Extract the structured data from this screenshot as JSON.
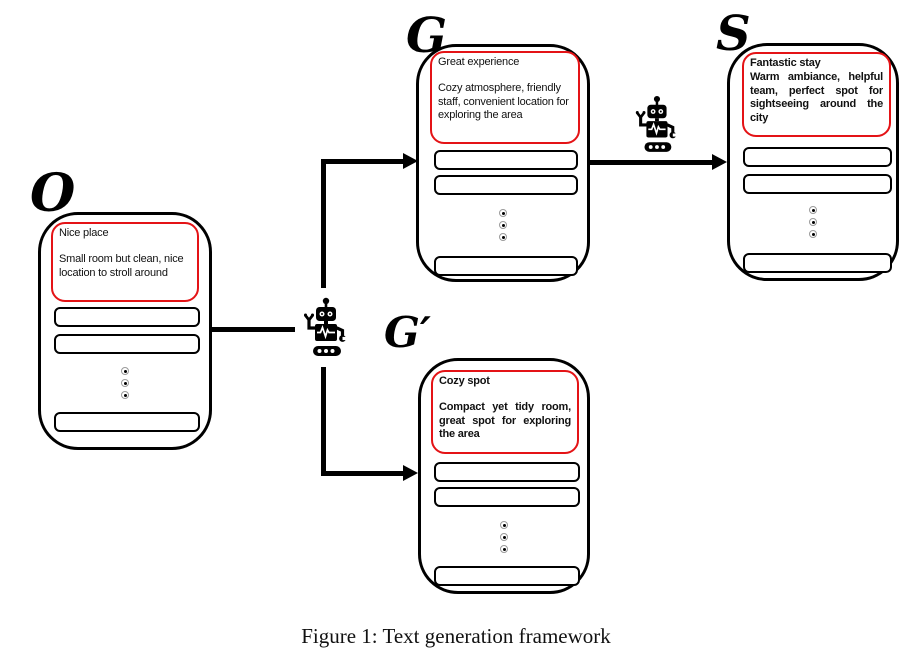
{
  "figure": {
    "caption": "Figure 1: Text generation framework"
  },
  "colors": {
    "accent_red": "#e41316",
    "ink": "#000000"
  },
  "icons": {
    "robot": "robot-icon",
    "ellipsis": "vertical-ellipsis-icon",
    "arrow": "arrow-right-icon"
  },
  "nodes": {
    "o": {
      "label": "O",
      "title": "Nice place",
      "body": "Small room but clean, nice location to stroll around"
    },
    "g": {
      "label": "G",
      "title": "Great experience",
      "body": "Cozy atmosphere, friendly staff, convenient location for exploring the area"
    },
    "gprime": {
      "label": "G",
      "prime": "′",
      "title": "Cozy spot",
      "body": "Compact yet tidy room, great spot for exploring the area"
    },
    "s": {
      "label": "S",
      "title": "Fantastic stay",
      "body": "Warm ambiance, helpful team, perfect spot for sightseeing around the city"
    }
  }
}
